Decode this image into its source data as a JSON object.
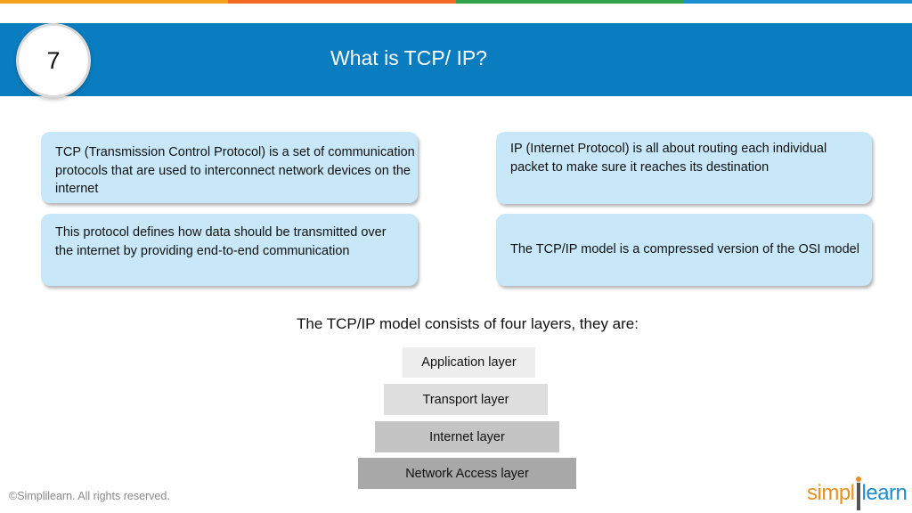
{
  "colors": {
    "stripe": [
      "#f7a21b",
      "#f26a21",
      "#30a14e",
      "#1b8fd2"
    ],
    "header": "#0a7dc0",
    "box": "#c8e8f9",
    "brand_orange": "#e8911f",
    "brand_blue": "#1f8ccc"
  },
  "slide": {
    "number": "7",
    "title": "What is TCP/ IP?"
  },
  "boxes": {
    "top_left": "TCP (Transmission Control Protocol) is a set of communication protocols that are used to interconnect network devices on the internet",
    "bottom_left": "This protocol defines how data should be transmitted over the internet by providing end-to-end communication",
    "top_right": "IP (Internet Protocol) is all about routing each individual packet to make sure it reaches its destination",
    "bottom_right": "The TCP/IP model is a compressed version of the OSI model"
  },
  "layers": {
    "intro": "The TCP/IP model consists of four layers, they are:",
    "items": [
      "Application layer",
      "Transport layer",
      "Internet layer",
      "Network Access layer"
    ]
  },
  "footer": {
    "copyright": "©Simplilearn. All rights reserved.",
    "logo_left": "simpl",
    "logo_right": "learn"
  }
}
